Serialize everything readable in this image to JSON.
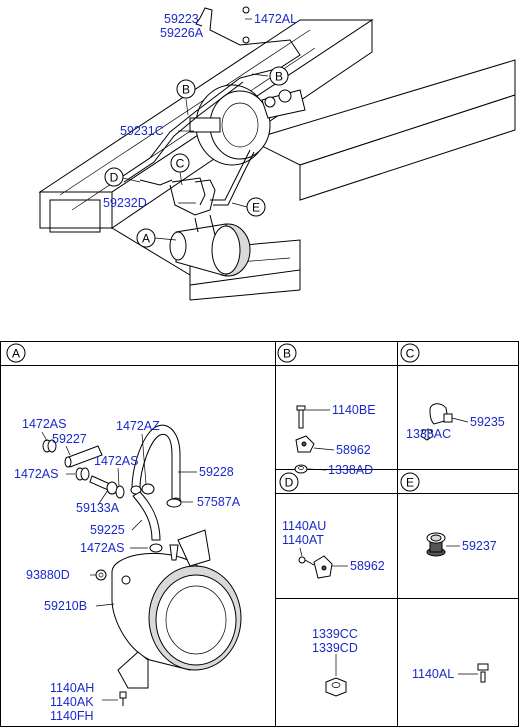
{
  "overview": {
    "labels": {
      "p59223": "59223",
      "p59226A": "59226A",
      "p1472AL": "1472AL",
      "p59231C": "59231C",
      "p59232D": "59232D",
      "callB1": "B",
      "callB2": "B",
      "callC": "C",
      "callD": "D",
      "callE": "E",
      "callA": "A"
    }
  },
  "detail_a": {
    "header": "A",
    "labels": {
      "p1472AS_1": "1472AS",
      "p59227": "59227",
      "p1472AS_2": "1472AS",
      "p1472AZ": "1472AZ",
      "p1472AS_3": "1472AS",
      "p59228": "59228",
      "p59133A": "59133A",
      "p57587A": "57587A",
      "p59225": "59225",
      "p1472AS_4": "1472AS",
      "p93880D": "93880D",
      "p59210B": "59210B",
      "p1140AH": "1140AH",
      "p1140AK": "1140AK",
      "p1140FH": "1140FH"
    }
  },
  "detail_b": {
    "header": "B",
    "labels": {
      "p1140BE": "1140BE",
      "p58962": "58962",
      "p1338AD": "1338AD"
    }
  },
  "detail_c": {
    "header": "C",
    "labels": {
      "p59235": "59235",
      "p1338AC": "1338AC"
    }
  },
  "detail_d": {
    "header": "D",
    "labels": {
      "p1140AU": "1140AU",
      "p1140AT": "1140AT",
      "p58962": "58962"
    }
  },
  "detail_e": {
    "header": "E",
    "labels": {
      "p59237": "59237"
    }
  },
  "detail_f": {
    "labels": {
      "p1339CC": "1339CC",
      "p1339CD": "1339CD"
    }
  },
  "detail_g": {
    "labels": {
      "p1140AL": "1140AL"
    }
  }
}
